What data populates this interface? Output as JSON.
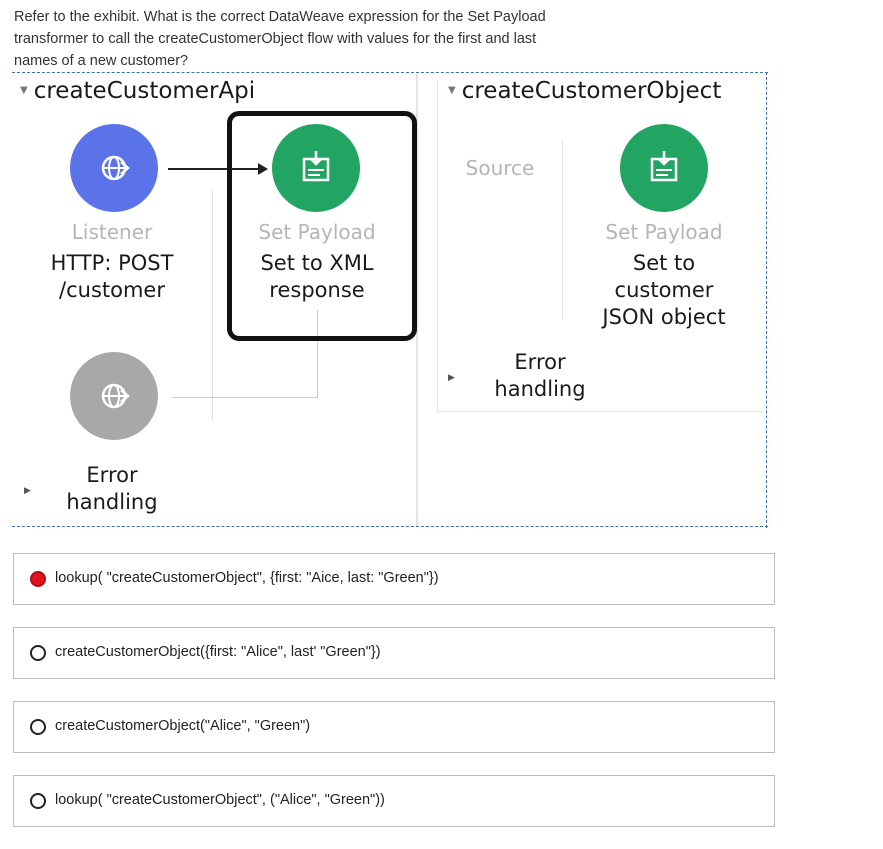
{
  "question": {
    "line1": "Refer to the exhibit. What is the correct DataWeave expression for the Set Payload",
    "line2": "transformer to call the createCustomerObject flow with values for the first and last",
    "line3": "names of a new customer?"
  },
  "exhibit": {
    "left_flow": {
      "title": "createCustomerApi",
      "listener": {
        "type": "Listener",
        "line1": "HTTP: POST",
        "line2": "/customer"
      },
      "set_payload": {
        "type": "Set Payload",
        "line1": "Set to XML",
        "line2": "response"
      },
      "error": {
        "line1": "Error",
        "line2": "handling"
      }
    },
    "right_flow": {
      "title": "createCustomerObject",
      "source": "Source",
      "set_payload": {
        "type": "Set Payload",
        "line1": "Set to",
        "line2": "customer",
        "line3": "JSON object"
      },
      "error": {
        "line1": "Error",
        "line2": "handling"
      }
    },
    "colors": {
      "listener": "#5b73e8",
      "set_payload": "#22a463",
      "error_listener": "#a8a8a8",
      "border": "#3b6fb0"
    }
  },
  "options": [
    {
      "text": "lookup( \"createCustomerObject\", {first: \"Aice, last: \"Green\"})",
      "selected": true
    },
    {
      "text": "createCustomerObject({first: \"Alice\", last' \"Green\"})",
      "selected": false
    },
    {
      "text": "createCustomerObject(\"Alice\", \"Green\")",
      "selected": false
    },
    {
      "text": "lookup( \"createCustomerObject\", (\"Alice\", \"Green\"))",
      "selected": false
    }
  ]
}
